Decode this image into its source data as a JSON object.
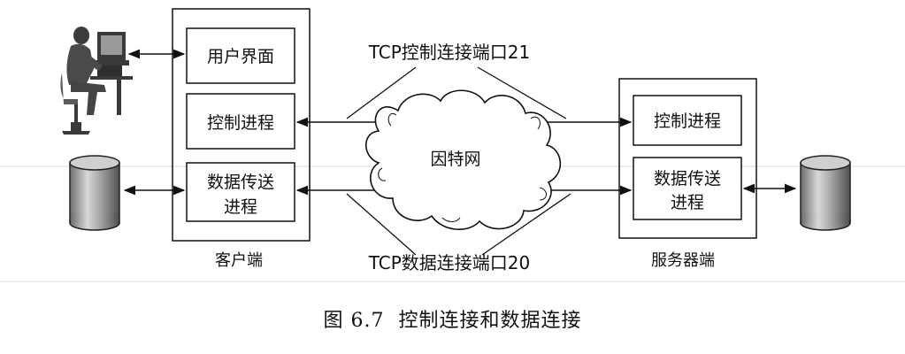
{
  "client": {
    "title": "客户端",
    "ui_box": "用户界面",
    "control_box": "控制进程",
    "data_box_line1": "数据传送",
    "data_box_line2": "进程"
  },
  "server": {
    "title": "服务器端",
    "control_box": "控制进程",
    "data_box_line1": "数据传送",
    "data_box_line2": "进程"
  },
  "network": {
    "label": "因特网",
    "control_connection": "TCP控制连接端口21",
    "data_connection": "TCP数据连接端口20"
  },
  "caption": {
    "number": "图 6.7",
    "title": "控制连接和数据连接"
  }
}
